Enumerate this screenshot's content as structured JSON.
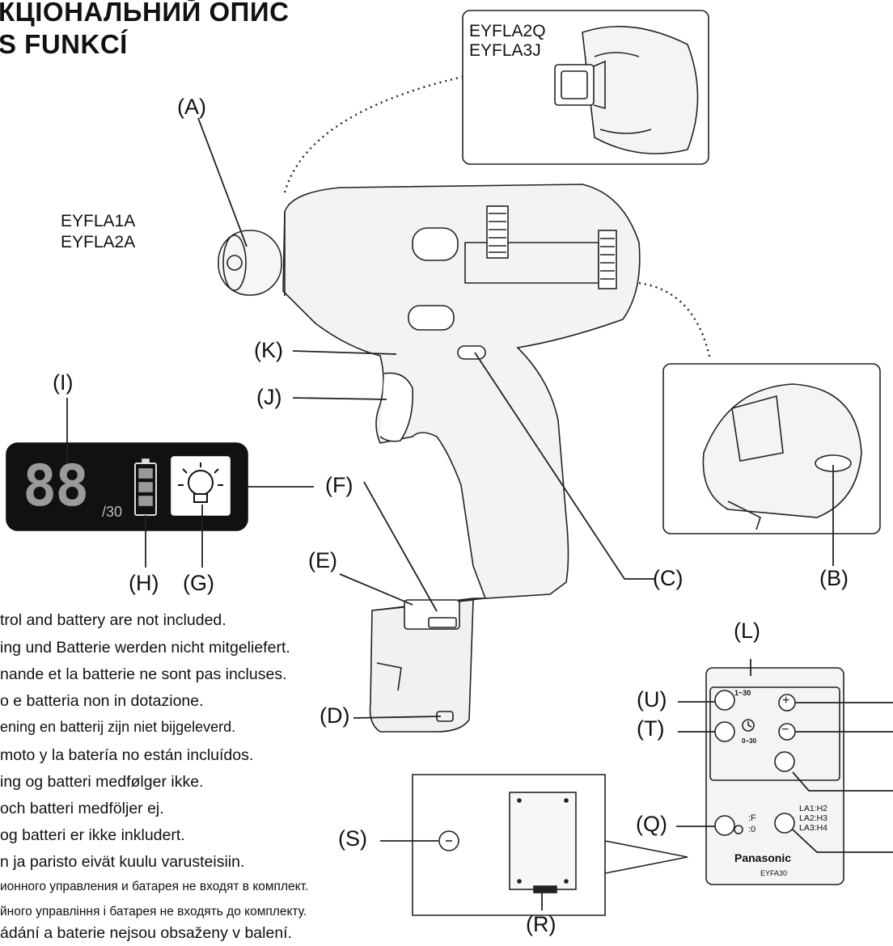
{
  "title": [
    "КЦІОНАЛЬНИЙ ОПИС",
    "S FUNKCÍ"
  ],
  "models": {
    "large": [
      "EYFLA1A",
      "EYFLA2A"
    ],
    "inset": [
      "EYFLA2Q",
      "EYFLA3J"
    ]
  },
  "labels": {
    "A": "(A)",
    "B": "(B)",
    "C": "(C)",
    "D": "(D)",
    "E": "(E)",
    "F": "(F)",
    "G": "(G)",
    "H": "(H)",
    "I": "(I)",
    "J": "(J)",
    "K": "(K)",
    "L": "(L)",
    "Q": "(Q)",
    "R": "(R)",
    "S": "(S)",
    "T": "(T)",
    "U": "(U)"
  },
  "display": {
    "digits": "88",
    "fraction": "/30"
  },
  "remote": {
    "brand": "Panasonic",
    "model": "EYFA30",
    "range1": "1~30",
    "range2": "0~30",
    "plus": "+",
    "minus": "−",
    "setting_f": ":F",
    "setting_0": ":0",
    "la": [
      "LA1:H2",
      "LA2:H3",
      "LA3:H4"
    ]
  },
  "notes": [
    "trol and battery are not included.",
    "ing und Batterie werden nicht mitgeliefert.",
    "nande et la batterie ne sont pas incluses.",
    "o e batteria non in dotazione.",
    "ening en batterij zijn niet bijgeleverd.",
    "moto y la batería no están incluídos.",
    "ing og batteri medfølger ikke.",
    "och batteri medföljer ej.",
    " og batteri er ikke inkludert.",
    "n ja paristo eivät kuulu varusteisiin.",
    "ионного управления и батарея не входят в комплект.",
    "йного управління і батарея не входять до комплекту.",
    "ádání a baterie nejsou obsaženy v balení."
  ],
  "colors": {
    "ink": "#111111",
    "tool_fill": "#f2f2f2",
    "line": "#222222",
    "panel": "#111111"
  }
}
